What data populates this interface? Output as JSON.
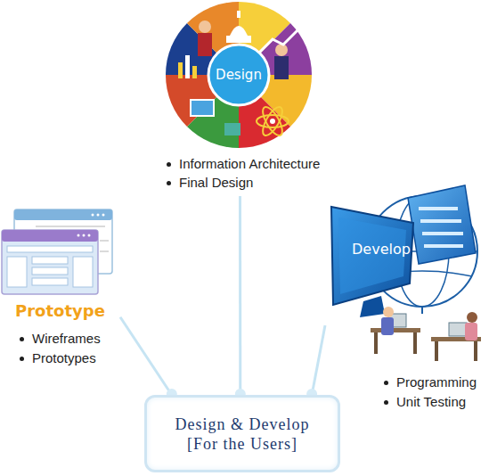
{
  "diagram": {
    "nodes": [
      {
        "text": [
          "Design",
          "Information Architecture",
          "Final Design"
        ]
      },
      {
        "text": [
          "Prototype",
          "Wireframes",
          "Prototypes"
        ]
      },
      {
        "text": [
          "Develop",
          "Programming",
          "Unit Testing"
        ]
      },
      {
        "text": [
          "Design & Develop [For the Users]"
        ]
      }
    ],
    "edges": [
      {
        "from": 0,
        "to": 3,
        "arrow": "none"
      },
      {
        "from": 1,
        "to": 3,
        "arrow": "none"
      },
      {
        "from": 2,
        "to": 3,
        "arrow": "none"
      }
    ]
  }
}
